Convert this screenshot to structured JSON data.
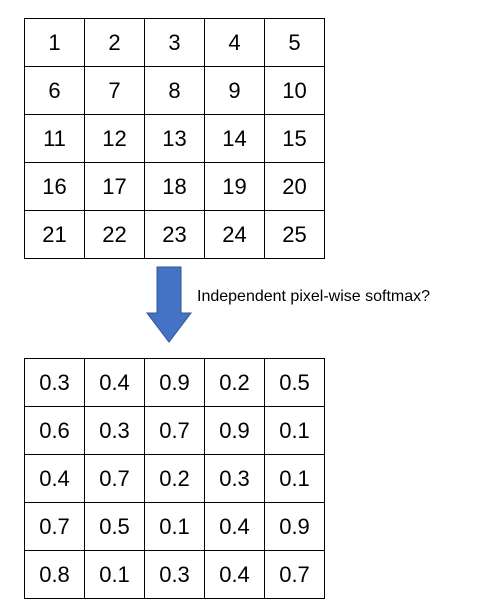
{
  "input_grid": [
    [
      "1",
      "2",
      "3",
      "4",
      "5"
    ],
    [
      "6",
      "7",
      "8",
      "9",
      "10"
    ],
    [
      "11",
      "12",
      "13",
      "14",
      "15"
    ],
    [
      "16",
      "17",
      "18",
      "19",
      "20"
    ],
    [
      "21",
      "22",
      "23",
      "24",
      "25"
    ]
  ],
  "caption": "Independent pixel-wise softmax?",
  "arrow": {
    "icon": "down-arrow-icon",
    "color": "#4472C4"
  },
  "output_grid": [
    [
      "0.3",
      "0.4",
      "0.9",
      "0.2",
      "0.5"
    ],
    [
      "0.6",
      "0.3",
      "0.7",
      "0.9",
      "0.1"
    ],
    [
      "0.4",
      "0.7",
      "0.2",
      "0.3",
      "0.1"
    ],
    [
      "0.7",
      "0.5",
      "0.1",
      "0.4",
      "0.9"
    ],
    [
      "0.8",
      "0.1",
      "0.3",
      "0.4",
      "0.7"
    ]
  ]
}
